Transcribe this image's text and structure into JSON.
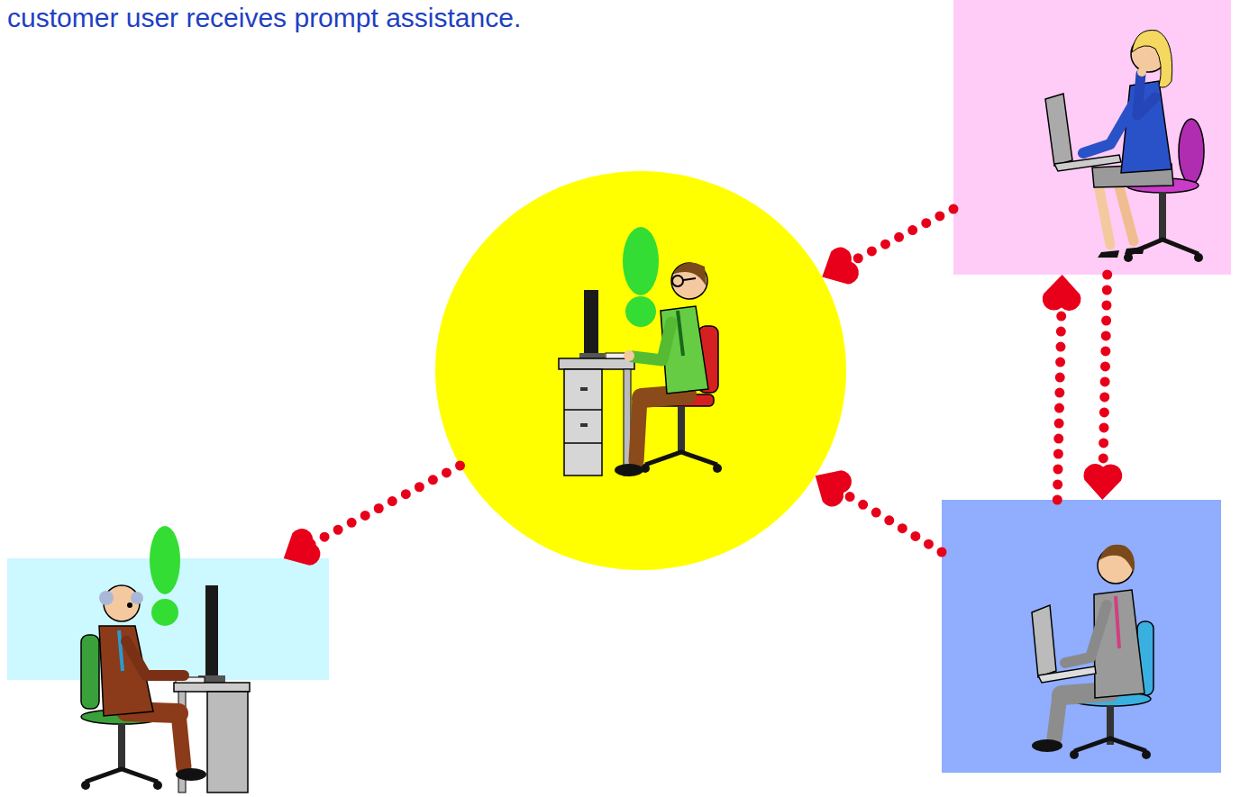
{
  "diagram": {
    "title": "customer user receives prompt assistance.",
    "nodes": [
      {
        "text": []
      },
      {
        "text": []
      },
      {
        "text": []
      },
      {
        "text": []
      }
    ],
    "edges": [
      {
        "from": 0,
        "to": 1,
        "arrow": "to"
      },
      {
        "from": 2,
        "to": 1,
        "arrow": "to"
      },
      {
        "from": 1,
        "to": 3,
        "arrow": "to"
      },
      {
        "from": 2,
        "to": 0,
        "arrow": "to"
      },
      {
        "from": 0,
        "to": 2,
        "arrow": "to"
      }
    ]
  }
}
